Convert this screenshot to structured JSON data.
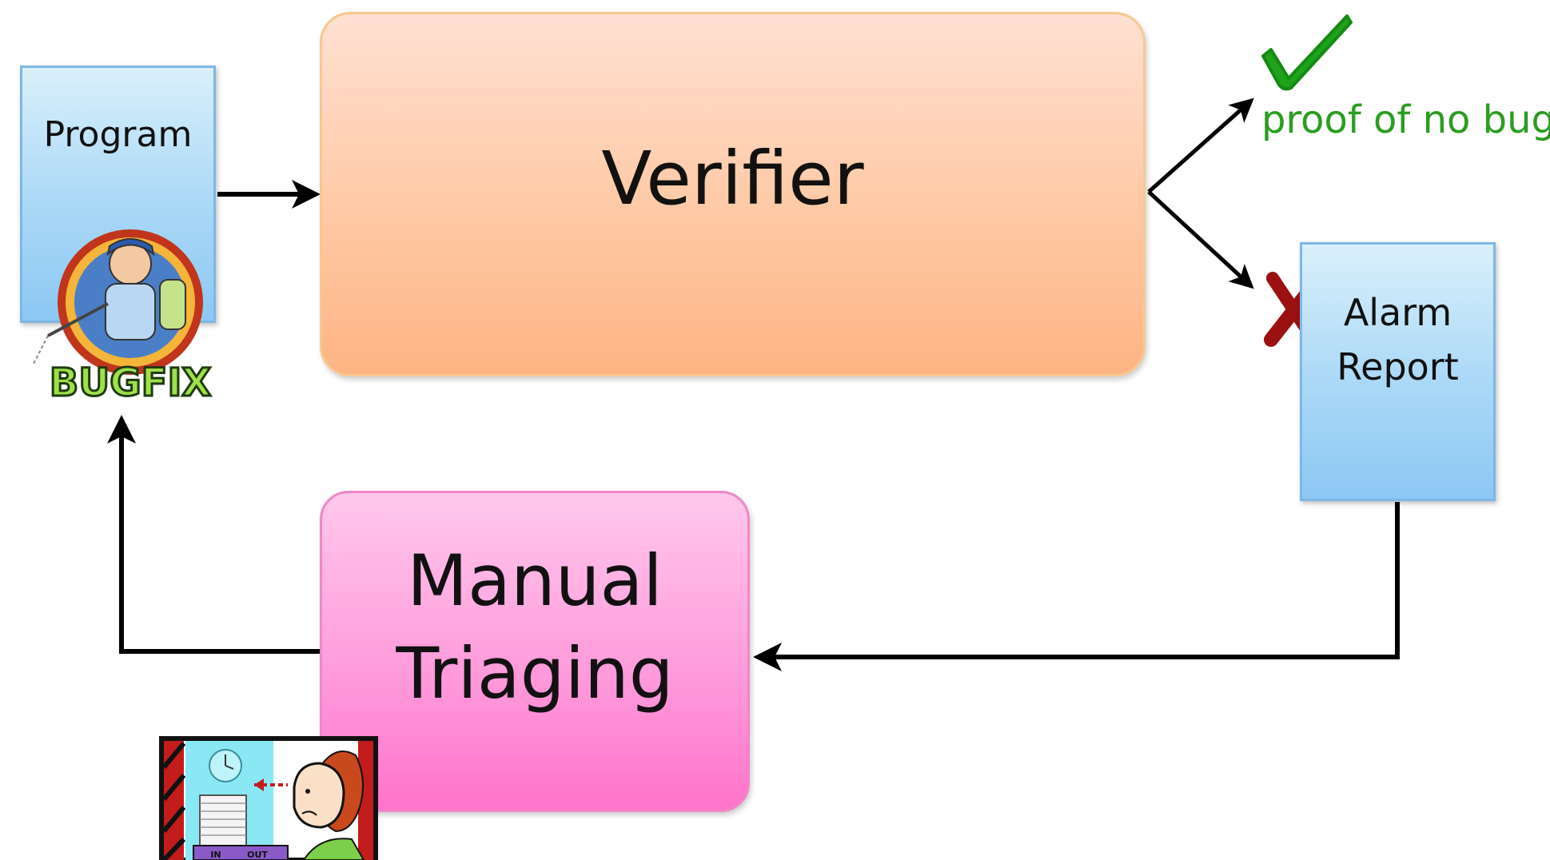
{
  "program": {
    "label": "Program"
  },
  "verifier": {
    "label": "Verifier"
  },
  "proof": {
    "label": "proof of no bug"
  },
  "alarm": {
    "label_line1": "Alarm",
    "label_line2": "Report"
  },
  "triage": {
    "label_line1": "Manual",
    "label_line2": "Triaging"
  },
  "bugfix_logo": {
    "text": "BUGFIX"
  },
  "inbox_illustration": {
    "in_label": "IN",
    "out_label": "OUT"
  },
  "colors": {
    "arrow": "#000000",
    "proof_green": "#2a9d1f",
    "checkmark_green": "#1fa31a",
    "cross_red": "#9b1010"
  }
}
